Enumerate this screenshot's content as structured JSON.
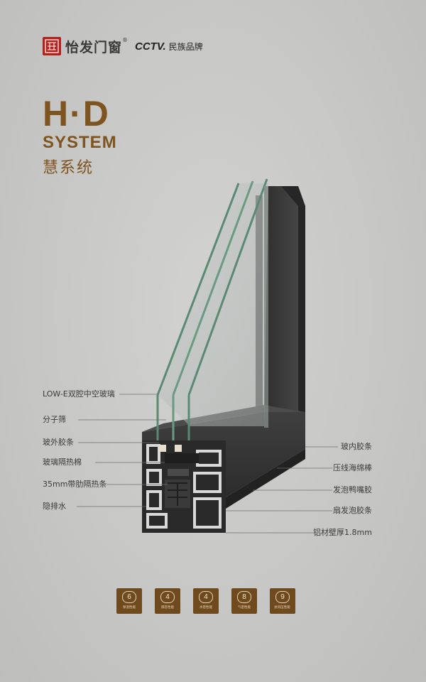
{
  "brand": {
    "name": "怡发门窗",
    "reg": "®",
    "cctv": "CCTV.",
    "tagline": "民族品牌"
  },
  "hero": {
    "title": "H·D",
    "subtitle": "SYSTEM",
    "subtitle_cn": "慧系统"
  },
  "labels_left": [
    "LOW-E双腔中空玻璃",
    "分子筛",
    "玻外胶条",
    "玻璃隔热棉",
    "35mm带肋隔热条",
    "隐排水"
  ],
  "labels_right": [
    "玻内胶条",
    "压线海绵棒",
    "发泡鸭嘴胶",
    "扇发泡胶条",
    "铝材壁厚1.8mm"
  ],
  "badges": [
    {
      "num": "6",
      "text": "保温性能"
    },
    {
      "num": "4",
      "text": "隔音性能"
    },
    {
      "num": "4",
      "text": "水密性能"
    },
    {
      "num": "8",
      "text": "气密性能"
    },
    {
      "num": "9",
      "text": "抗风压性能"
    }
  ],
  "colors": {
    "accent_brown": "#7e5421",
    "brand_red": "#b3211c",
    "badge_brown": "#6f4a1e",
    "frame_dark": "#3a3a3b"
  }
}
